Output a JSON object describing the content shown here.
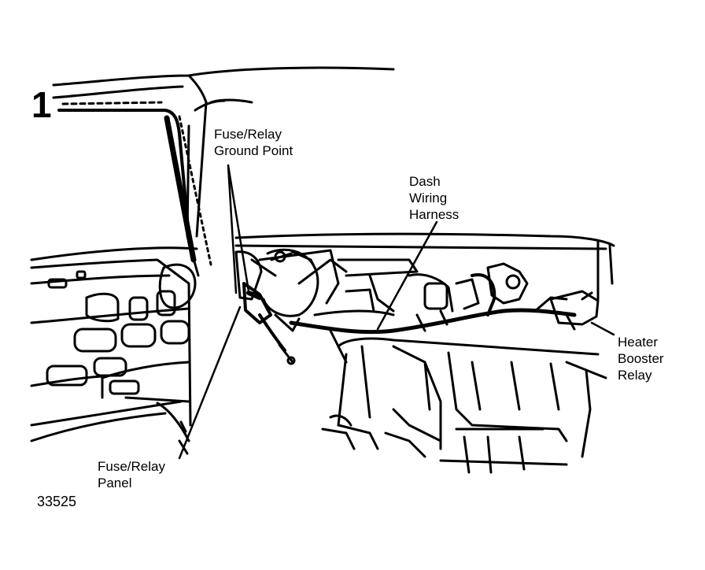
{
  "figure": {
    "number": "1",
    "id": "33525"
  },
  "labels": {
    "ground_point": [
      "Fuse/Relay",
      "Ground Point"
    ],
    "dash_harness": [
      "Dash",
      "Wiring",
      "Harness"
    ],
    "heater_relay": [
      "Heater",
      "Booster",
      "Relay"
    ],
    "fuse_panel": [
      "Fuse/Relay",
      "Panel"
    ]
  }
}
